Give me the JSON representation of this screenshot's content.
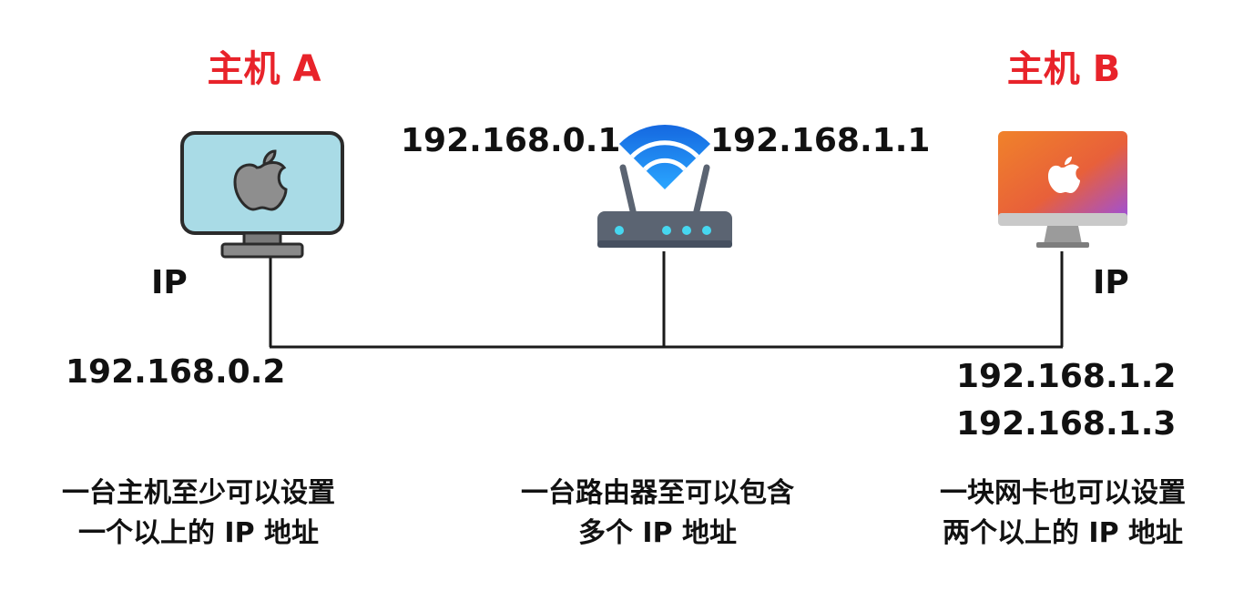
{
  "host_a": {
    "title": "主机 A",
    "ip_label": "IP",
    "ips": [
      "192.168.0.2"
    ],
    "caption": [
      "一台主机至少可以设置",
      "一个以上的 IP 地址"
    ],
    "icon": "monitor-icon"
  },
  "router": {
    "ip_left": "192.168.0.1",
    "ip_right": "192.168.1.1",
    "caption": [
      "一台路由器至可以包含",
      "多个 IP 地址"
    ],
    "icon": "wifi-router-icon"
  },
  "host_b": {
    "title": "主机 B",
    "ip_label": "IP",
    "ips": [
      "192.168.1.2",
      "192.168.1.3"
    ],
    "caption": [
      "一块网卡也可以设置",
      "两个以上的 IP 地址"
    ],
    "icon": "imac-icon"
  },
  "colors": {
    "title_red": "#e8232a",
    "line": "#1a1a1a",
    "wifi_blue": "#1c7ff0",
    "router_body": "#5b6472",
    "router_led": "#46d7f0",
    "monitor_screen": "#a9dbe6",
    "imac_orange": "#f07a2a",
    "imac_purple": "#9a4fe0"
  }
}
